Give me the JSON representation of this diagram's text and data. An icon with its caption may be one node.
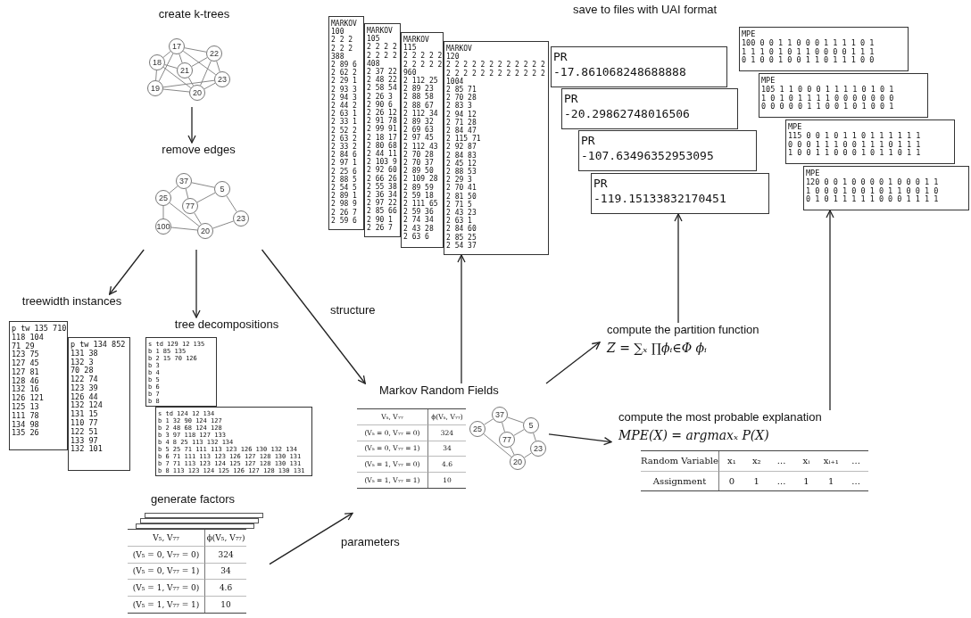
{
  "diagram": {
    "nodes": [
      {
        "text": [
          "create k-trees"
        ]
      },
      {
        "text": [
          "17"
        ],
        "in": 0
      },
      {
        "text": [
          "22"
        ],
        "in": 0
      },
      {
        "text": [
          "18"
        ],
        "in": 0
      },
      {
        "text": [
          "21"
        ],
        "in": 0
      },
      {
        "text": [
          "23"
        ],
        "in": 0
      },
      {
        "text": [
          "19"
        ],
        "in": 0
      },
      {
        "text": [
          "20"
        ],
        "in": 0
      },
      {
        "text": [
          "remove edges"
        ]
      },
      {
        "text": [
          "37"
        ],
        "in": 8
      },
      {
        "text": [
          "5"
        ],
        "in": 8
      },
      {
        "text": [
          "25"
        ],
        "in": 8
      },
      {
        "text": [
          "77"
        ],
        "in": 8
      },
      {
        "text": [
          "23"
        ],
        "in": 8
      },
      {
        "text": [
          "100"
        ],
        "in": 8
      },
      {
        "text": [
          "20"
        ],
        "in": 8
      },
      {
        "text": [
          "treewidth instances"
        ]
      },
      {
        "text": [
          "p tw 135 710",
          "118 104",
          "71 29",
          "123 75",
          "127 45",
          "127 81",
          "128 46",
          "132 16",
          "126 121",
          "125 13",
          "111 78",
          "134 98",
          "135 26"
        ],
        "in": 16
      },
      {
        "text": [
          "p tw 134 852",
          "131 38",
          "132 3",
          "70 28",
          "122 74",
          "123 39",
          "126 44",
          "132 124",
          "131 15",
          "110 77",
          "122 51",
          "133 97",
          "132 101"
        ],
        "in": 16
      },
      {
        "text": [
          "tree decompositions"
        ]
      },
      {
        "text": [
          "s td 129 12 135",
          "b 1 85 135",
          "b 2 15 70 126",
          "b 3",
          "b 4",
          "b 5",
          "b 6",
          "b 7",
          "b 8"
        ],
        "in": 19
      },
      {
        "text": [
          "s td 124 12 134",
          "b 1 32 90 124 127",
          "b 2 48 68 124 128",
          "b 3 97 118 127 133",
          "b 4 8 25 113 132 134",
          "b 5 25 71 111 113 123 126 130 132 134",
          "b 6 71 111 113 123 126 127 128 130 131",
          "b 7 71 113 123 124 125 127 128 130 131",
          "b 8 113 123 124 125 126 127 128 130 131"
        ],
        "in": 19
      },
      {
        "text": [
          "generate factors"
        ]
      },
      {
        "text": [],
        "shape": "box",
        "in": 22
      },
      {
        "text": [],
        "shape": "box",
        "in": 22
      },
      {
        "text": [],
        "shape": "box",
        "in": 22
      },
      {
        "text": [
          "V₅, V₇₇",
          "ϕ(V₅, V₇₇)",
          "(V₅ = 0, V₇₇ = 0)",
          "324",
          "(V₅ = 0, V₇₇ = 1)",
          "34",
          "(V₅ = 1, V₇₇ = 0)",
          "4.6",
          "(V₅ = 1, V₇₇ = 1)",
          "10"
        ],
        "in": 22
      },
      {
        "text": [
          "Markov Random Fields"
        ]
      },
      {
        "text": [
          "37"
        ],
        "in": 27
      },
      {
        "text": [
          "25"
        ],
        "in": 27
      },
      {
        "text": [
          "5"
        ],
        "in": 27
      },
      {
        "text": [
          "77"
        ],
        "in": 27
      },
      {
        "text": [
          "23"
        ],
        "in": 27
      },
      {
        "text": [
          "20"
        ],
        "in": 27
      },
      {
        "text": [
          "V₅, V₇₇",
          "ϕ(V₅, V₇₇)",
          "(V₅ = 0, V₇₇ = 0)",
          "324",
          "(V₅ = 0, V₇₇ = 1)",
          "34",
          "(V₅ = 1, V₇₇ = 0)",
          "4.6",
          "(V₅ = 1, V₇₇ = 1)",
          "10"
        ],
        "in": 27
      },
      {
        "text": [
          "MARKOV",
          "100",
          "2 2 2",
          "2 2 2",
          "388",
          "2 89 6",
          "2 62 2",
          "2 29 1",
          "2 93 3",
          "2 94 3",
          "2 44 2",
          "2 63 1",
          "2 33 1",
          "2 52 2",
          "2 63 2",
          "2 33 2",
          "2 84 6",
          "2 97 1",
          "2 25 6",
          "2 88 5",
          "2 54 5",
          "2 89 1",
          "2 98 9",
          "2 26 7",
          "2 59 6"
        ]
      },
      {
        "text": [
          "MARKOV",
          "105",
          "2 2 2 2",
          "2 2 2 2",
          "408",
          "2 37 22",
          "2 48 22",
          "2 58 54",
          "2 26 3",
          "2 90 6",
          "2 26 12",
          "2 91 78",
          "2 99 91",
          "2 18 17",
          "2 80 68",
          "2 44 11",
          "2 103 9",
          "2 92 60",
          "2 66 26",
          "2 55 38",
          "2 36 34",
          "2 97 22",
          "2 85 66",
          "2 90 1",
          "2 26 7"
        ]
      },
      {
        "text": [
          "MARKOV",
          "115",
          "2 2 2 2 2",
          "2 2 2 2 2",
          "960",
          "2 112 25",
          "2 89 23",
          "2 88 58",
          "2 88 67",
          "2 112 34",
          "2 89 32",
          "2 69 63",
          "2 97 45",
          "2 112 43",
          "2 70 28",
          "2 70 37",
          "2 89 50",
          "2 109 28",
          "2 89 59",
          "2 59 18",
          "2 111 65",
          "2 59 36",
          "2 74 34",
          "2 43 28",
          "2 63 6"
        ]
      },
      {
        "text": [
          "MARKOV",
          "120",
          "2 2 2 2 2 2 2 2 2 2 2 2",
          "2 2 2 2 2 2 2 2 2 2 2 2",
          "1004",
          "2 85 71",
          "2 70 28",
          "2 83 3",
          "2 94 12",
          "2 71 28",
          "2 84 47",
          "2 115 71",
          "2 92 87",
          "2 84 83",
          "2 45 12",
          "2 88 53",
          "2 29 3",
          "2 70 41",
          "2 81 50",
          "2 71 5",
          "2 43 23",
          "2 63 1",
          "2 84 60",
          "2 85 25",
          "2 54 37"
        ]
      },
      {
        "text": [
          "PR",
          "-17.861068248688888"
        ]
      },
      {
        "text": [
          "PR",
          "-20.29862748016506"
        ]
      },
      {
        "text": [
          "PR",
          "-107.63496352953095"
        ]
      },
      {
        "text": [
          "PR",
          "-119.15133832170451"
        ]
      },
      {
        "text": [
          "MPE",
          "100 0 0 1 1 0 0 0 1 1 1 1 0 1",
          "1 1 1 0 1 0 1 1 0 0 0 0 1 1 1",
          "0 1 0 0 1 0 0 1 1 0 1 1 1 0 0"
        ]
      },
      {
        "text": [
          "MPE",
          "105 1 1 0 0 0 1 1 1 1 0 1 0 1",
          "1 0 1 0 1 1 1 1 0 0 0 0 0 0 0",
          "0 0 0 0 0 1 1 0 0 1 0 1 0 0 1"
        ]
      },
      {
        "text": [
          "MPE",
          "115 0 0 1 0 1 1 0 1 1 1 1 1 1",
          "0 0 0 1 1 1 0 0 1 1 1 0 1 1 1",
          "1 0 0 1 1 0 0 0 1 0 1 1 0 1 1"
        ]
      },
      {
        "text": [
          "MPE",
          "120 0 0 1 0 0 0 0 1 0 0 0 1 1",
          "1 0 0 0 1 0 0 1 0 1 1 0 0 1 0",
          "0 1 0 1 1 1 1 1 0 0 0 1 1 1 1"
        ]
      },
      {
        "text": [
          "compute the partition function",
          "Z = ∑ₓ ∏ϕᵢ∈Φ ϕᵢ"
        ]
      },
      {
        "text": [
          "compute the most probable explanation",
          "MPE(X) = argmaxₓ P(X)"
        ]
      },
      {
        "text": [
          "Random Variable",
          "x₁",
          "x₂",
          "...",
          "xᵢ",
          "xᵢ₊₁",
          "...",
          "Assignment",
          "0",
          "1",
          "...",
          "1",
          "1",
          "..."
        ],
        "in": 48
      }
    ],
    "edges": [
      {
        "from": 0,
        "to": 8,
        "arrow": "to",
        "color": "#222222"
      },
      {
        "from": 8,
        "to": 16,
        "arrow": "to",
        "color": "#222222"
      },
      {
        "from": 8,
        "to": 19,
        "arrow": "to",
        "color": "#222222"
      },
      {
        "from": 8,
        "to": 27,
        "arrow": "to",
        "label": "structure",
        "color": "#222222"
      },
      {
        "from": 22,
        "to": 27,
        "arrow": "to",
        "label": "parameters",
        "color": "#222222"
      },
      {
        "from": 27,
        "to": 38,
        "arrow": "to",
        "color": "#222222"
      },
      {
        "from": 27,
        "to": 47,
        "arrow": "to",
        "color": "#222222"
      },
      {
        "from": 27,
        "to": 48,
        "arrow": "to",
        "color": "#222222"
      },
      {
        "from": 47,
        "to": 42,
        "arrow": "to",
        "color": "#222222"
      },
      {
        "from": 48,
        "to": 46,
        "arrow": "to",
        "color": "#222222"
      },
      {
        "from": 1,
        "to": 2,
        "arrow": "none"
      },
      {
        "from": 1,
        "to": 3,
        "arrow": "none"
      },
      {
        "from": 1,
        "to": 4,
        "arrow": "none"
      },
      {
        "from": 1,
        "to": 6,
        "arrow": "none"
      },
      {
        "from": 1,
        "to": 5,
        "arrow": "none"
      },
      {
        "from": 2,
        "to": 4,
        "arrow": "none"
      },
      {
        "from": 2,
        "to": 7,
        "arrow": "none"
      },
      {
        "from": 2,
        "to": 5,
        "arrow": "none"
      },
      {
        "from": 3,
        "to": 4,
        "arrow": "none"
      },
      {
        "from": 3,
        "to": 6,
        "arrow": "none"
      },
      {
        "from": 3,
        "to": 7,
        "arrow": "none"
      },
      {
        "from": 4,
        "to": 7,
        "arrow": "none"
      },
      {
        "from": 6,
        "to": 7,
        "arrow": "none"
      },
      {
        "from": 6,
        "to": 5,
        "arrow": "none"
      },
      {
        "from": 7,
        "to": 5,
        "arrow": "none"
      },
      {
        "from": 9,
        "to": 10,
        "arrow": "none"
      },
      {
        "from": 9,
        "to": 11,
        "arrow": "none"
      },
      {
        "from": 9,
        "to": 12,
        "arrow": "none"
      },
      {
        "from": 10,
        "to": 12,
        "arrow": "none"
      },
      {
        "from": 10,
        "to": 13,
        "arrow": "none"
      },
      {
        "from": 11,
        "to": 14,
        "arrow": "none"
      },
      {
        "from": 11,
        "to": 15,
        "arrow": "none"
      },
      {
        "from": 12,
        "to": 15,
        "arrow": "none"
      },
      {
        "from": 14,
        "to": 15,
        "arrow": "none"
      },
      {
        "from": 15,
        "to": 13,
        "arrow": "none"
      },
      {
        "from": 28,
        "to": 29,
        "arrow": "none"
      },
      {
        "from": 28,
        "to": 30,
        "arrow": "none"
      },
      {
        "from": 28,
        "to": 31,
        "arrow": "none"
      },
      {
        "from": 31,
        "to": 30,
        "arrow": "none"
      },
      {
        "from": 30,
        "to": 32,
        "arrow": "none"
      },
      {
        "from": 29,
        "to": 33,
        "arrow": "none"
      },
      {
        "from": 31,
        "to": 33,
        "arrow": "none"
      },
      {
        "from": 32,
        "to": 33,
        "arrow": "none"
      }
    ],
    "labels": [
      "save to files with UAI format"
    ]
  }
}
